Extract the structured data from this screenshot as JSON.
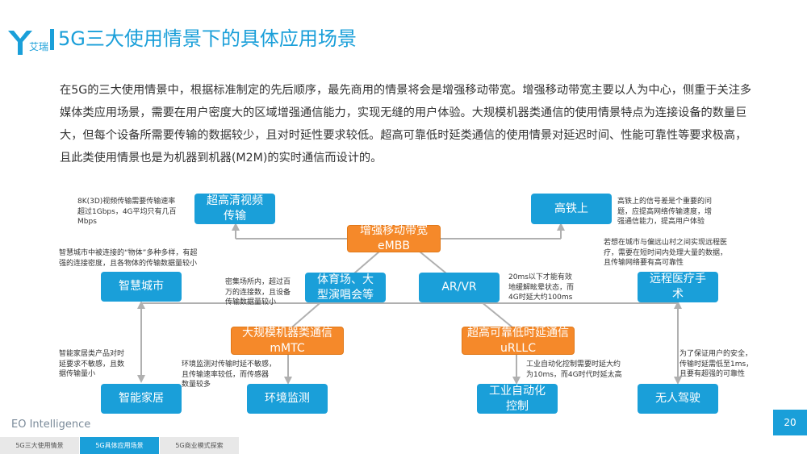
{
  "header": {
    "title": "5G三大使用情景下的具体应用场景",
    "logo_text": "艾瑞"
  },
  "intro": "在5G的三大使用情景中，根据标准制定的先后顺序，最先商用的情景将会是增强移动带宽。增强移动带宽主要以人为中心，侧重于关注多媒体类应用场景，需要在用户密度大的区域增强通信能力，实现无缝的用户体验。大规模机器类通信的使用情景特点为连接设备的数量巨大，但每个设备所需要传输的数据较少，且对时延性要求较低。超高可靠低时延类通信的使用情景对延迟时间、性能可靠性等要求极高，且此类使用情景也是为机器到机器(M2M)的实时通信而设计的。",
  "diagram": {
    "embb": "增强移动带宽\neMBB",
    "mmtc": "大规模机器类通信\nmMTC",
    "urllc": "超高可靠低时延通信\nuRLLC",
    "uhd_video": "超高清视频\n传输",
    "high_speed_rail": "高铁上",
    "smart_city": "智慧城市",
    "stadium": "体育场、大\n型演唱会等",
    "arvr": "AR/VR",
    "remote_medical": "远程医疗手\n术",
    "smart_home": "智能家居",
    "env_monitor": "环境监测",
    "industrial_auto": "工业自动化\n控制",
    "driverless": "无人驾驶",
    "notes": {
      "uhd_video": "8K(3D)视频传输需要传输速率\n超过1Gbps，4G平均只有几百\nMbps",
      "high_speed_rail": "高铁上的信号差是个重要的问\n题，应提高网络传输速度，增\n强通信能力，提高用户体验",
      "smart_city": "智慧城市中被连接的“物体”多种多样，有超\n强的连接密度，且各物体的传输数据量较小",
      "remote_medical": "若想在城市与偏远山村之间实现远程医\n疗，需要在短时间内处理大量的数据，\n且传输网络要有高可靠性",
      "stadium": "密集场所内，超过百\n万的连接数，且设备\n传输数据量较小",
      "arvr": "20ms以下才能有效\n地缓解眩晕状态，而\n4G时延大约100ms",
      "smart_home": "智能家居类产品对时\n延要求不敏感，且数\n据传输量小",
      "env_monitor": "环境监测对传输时延不敏感，\n且传输速率较低，而传感器\n数量较多",
      "industrial_auto": "工业自动化控制需要时延大约\n为10ms，而4G时代时延太高",
      "driverless": "为了保证用户的安全，\n传输时延需低至1ms，\n且要有超强的可靠性"
    }
  },
  "footer": {
    "brand": "EO Intelligence",
    "page": "20",
    "tabs": [
      "5G三大使用情景",
      "5G具体应用场景",
      "5G商业模式探索"
    ]
  },
  "colors": {
    "accent": "#1a9fd9",
    "orange": "#f5892a"
  }
}
